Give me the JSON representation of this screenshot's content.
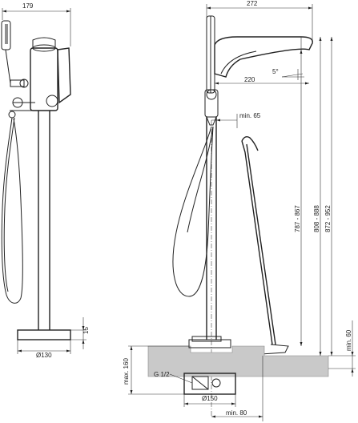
{
  "dimensions": {
    "left_width": "179",
    "base_diameter": "Ø130",
    "base_height": "15",
    "right_width": "272",
    "spout_reach": "220",
    "spout_angle": "5°",
    "min_clearance_hose": "min. 65",
    "height_range_1": "787 - 867",
    "height_range_2": "808 - 888",
    "height_range_3": "872 - 952",
    "floor_min": "min. 60",
    "floor_max": "max. 160",
    "thread": "G 1/2",
    "box_diameter": "Ø150",
    "box_offset": "min. 80"
  }
}
